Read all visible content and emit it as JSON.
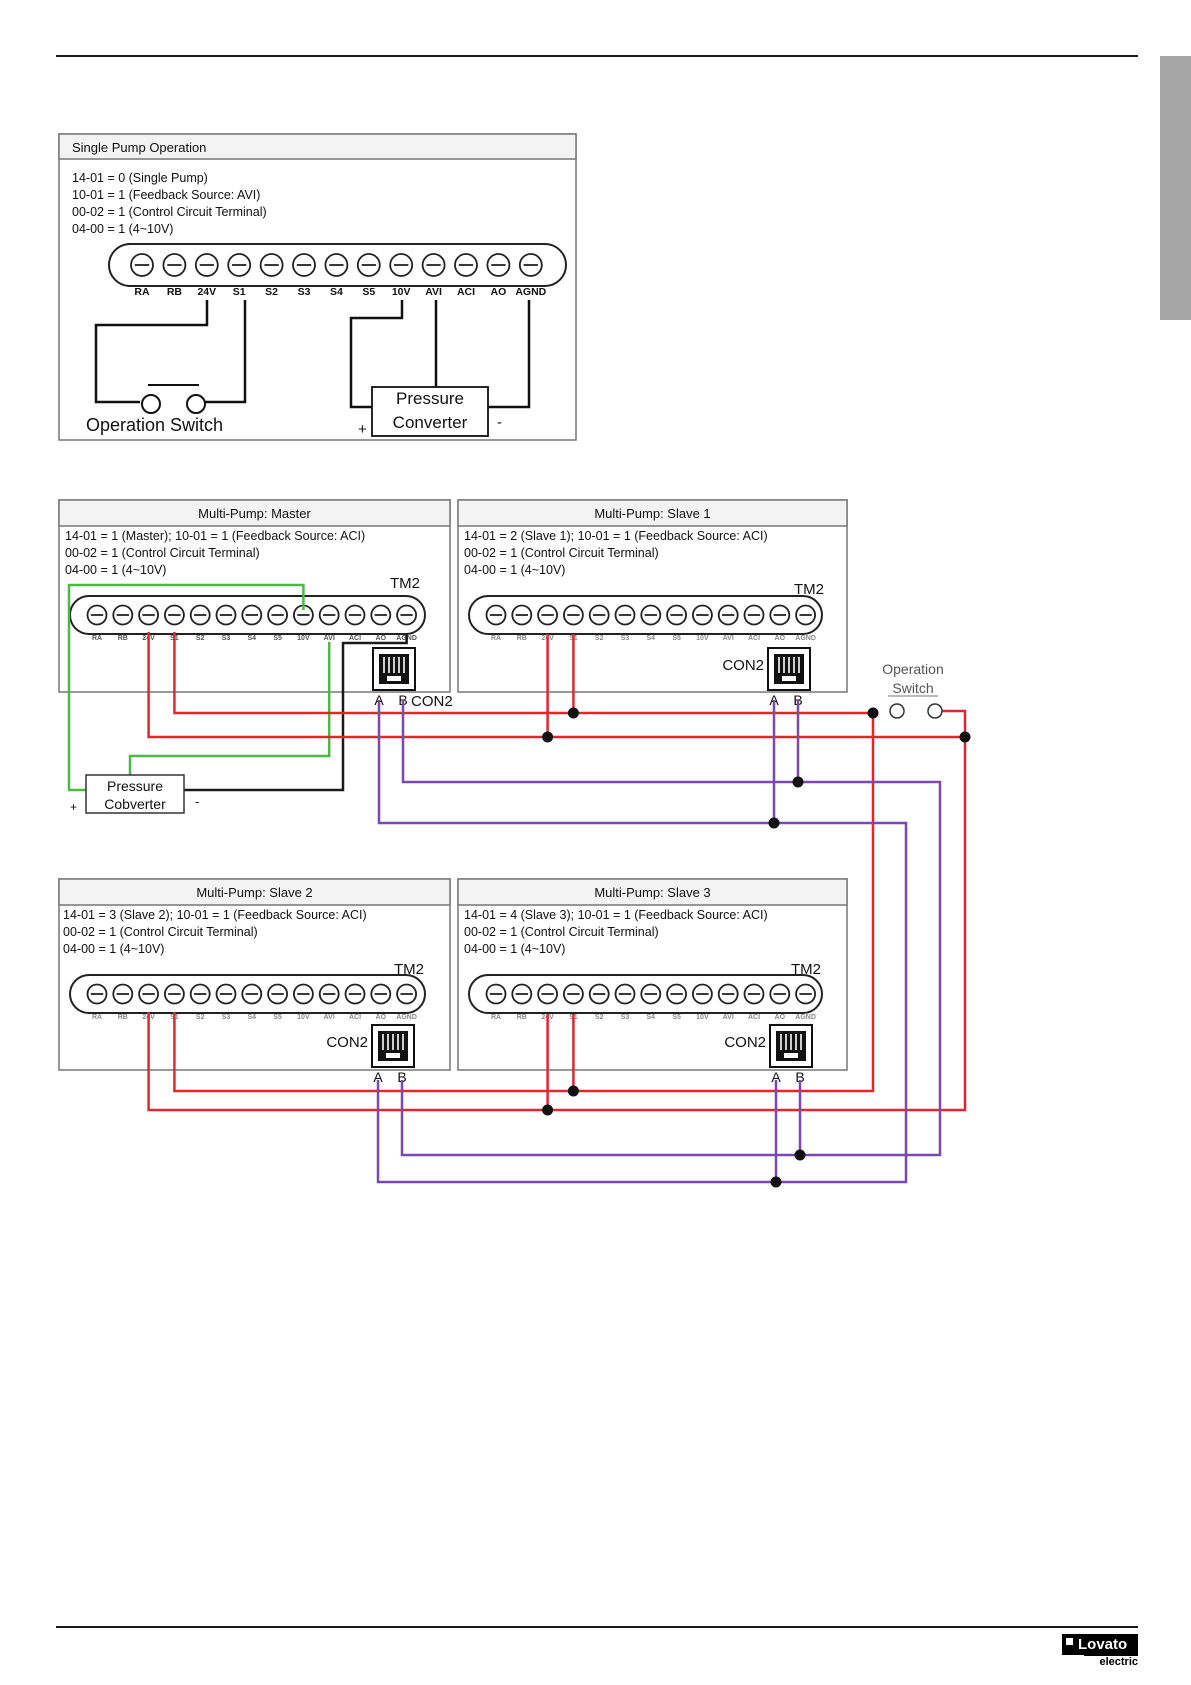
{
  "single": {
    "title": "Single Pump Operation",
    "params": [
      "14-01 = 0 (Single Pump)",
      "10-01 = 1 (Feedback Source: AVI)",
      "00-02 = 1 (Control Circuit Terminal)",
      "04-00 = 1 (4~10V)"
    ],
    "terminals": [
      "RA",
      "RB",
      "24V",
      "S1",
      "S2",
      "S3",
      "S4",
      "S5",
      "10V",
      "AVI",
      "ACI",
      "AO",
      "AGND"
    ],
    "switch_label": "Operation Switch",
    "converter_label": [
      "Pressure",
      "Converter"
    ],
    "plus": "+",
    "minus": "-"
  },
  "multi": {
    "terminals": [
      "RA",
      "RB",
      "24V",
      "S1",
      "S2",
      "S3",
      "S4",
      "S5",
      "10V",
      "AVI",
      "ACI",
      "AO",
      "AGND"
    ],
    "tm2_label": "TM2",
    "con2_label": "CON2",
    "a_label": "A",
    "b_label": "B",
    "panels": [
      {
        "title": "Multi-Pump: Master",
        "params": [
          "14-01 = 1 (Master); 10-01 = 1 (Feedback Source: ACI)",
          "00-02 = 1 (Control Circuit Terminal)",
          "04-00 = 1 (4~10V)"
        ]
      },
      {
        "title": "Multi-Pump: Slave 1",
        "params": [
          "14-01 = 2 (Slave 1); 10-01 = 1 (Feedback Source: ACI)",
          "00-02 = 1 (Control Circuit Terminal)",
          "04-00 = 1 (4~10V)"
        ]
      },
      {
        "title": "Multi-Pump: Slave 2",
        "params": [
          "14-01 = 3 (Slave 2); 10-01 = 1 (Feedback Source: ACI)",
          "00-02 = 1 (Control Circuit Terminal)",
          "04-00 = 1 (4~10V)"
        ]
      },
      {
        "title": "Multi-Pump: Slave 3",
        "params": [
          "14-01 = 4 (Slave 3); 10-01 = 1 (Feedback Source: ACI)",
          "00-02 = 1 (Control Circuit Terminal)",
          "04-00 = 1 (4~10V)"
        ]
      }
    ],
    "converter_label": [
      "Pressure",
      "Cobverter"
    ],
    "plus": "+",
    "minus": "-",
    "switch_label": [
      "Operation",
      "Switch"
    ]
  },
  "colors": {
    "red": "#e2262e",
    "purple": "#7a48b0",
    "green": "#4db848",
    "black": "#1a1a1a"
  },
  "logo": {
    "brand": "Lovato",
    "sub": "electric"
  }
}
